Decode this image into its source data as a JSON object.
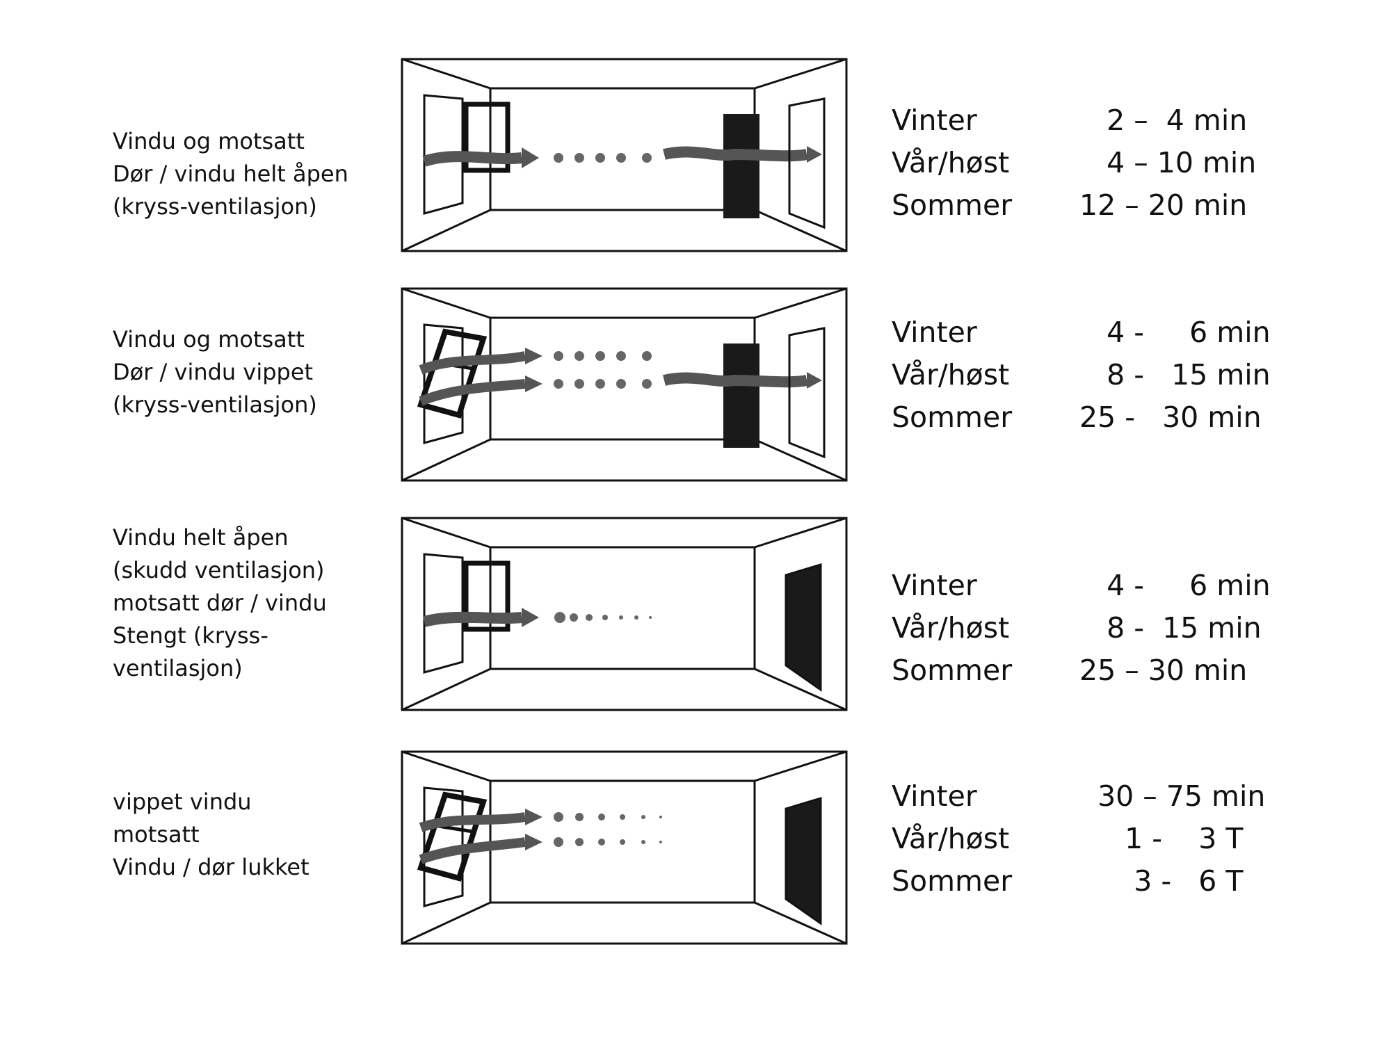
{
  "scenarios": [
    {
      "id": "s1",
      "description": [
        "Vindu og motsatt",
        "Dør / vindu helt åpen",
        "(kryss-ventilasjon)"
      ],
      "window": "open",
      "door": "open",
      "times": [
        {
          "season": "Vinter",
          "value": "   2 –  4 min"
        },
        {
          "season": "Vår/høst",
          "value": "   4 – 10 min"
        },
        {
          "season": "Sommer",
          "value": "12 – 20 min"
        }
      ]
    },
    {
      "id": "s2",
      "description": [
        "Vindu og motsatt",
        "Dør / vindu vippet",
        "(kryss-ventilasjon)"
      ],
      "window": "tilted",
      "door": "open",
      "times": [
        {
          "season": "Vinter",
          "value": "   4 -     6 min"
        },
        {
          "season": "Vår/høst",
          "value": "   8 -   15 min"
        },
        {
          "season": "Sommer",
          "value": "25 -   30 min"
        }
      ]
    },
    {
      "id": "s3",
      "description": [
        "Vindu helt åpen",
        "(skudd ventilasjon)",
        "motsatt dør / vindu",
        "Stengt (kryss-",
        "ventilasjon)"
      ],
      "window": "open",
      "door": "closed",
      "times": [
        {
          "season": "Vinter",
          "value": "   4 -     6 min"
        },
        {
          "season": "Vår/høst",
          "value": "   8 -  15 min"
        },
        {
          "season": "Sommer",
          "value": "25 – 30 min"
        }
      ]
    },
    {
      "id": "s4",
      "description": [
        "vippet vindu",
        "motsatt",
        "Vindu / dør lukket"
      ],
      "window": "tilted",
      "door": "closed",
      "times": [
        {
          "season": "Vinter",
          "value": "  30 – 75 min"
        },
        {
          "season": "Vår/høst",
          "value": "     1 -    3 T"
        },
        {
          "season": "Sommer",
          "value": "      3 -   6 T"
        }
      ]
    }
  ],
  "colors": {
    "ink": "#111111",
    "arrow": "#555555",
    "dots": "#666666"
  }
}
